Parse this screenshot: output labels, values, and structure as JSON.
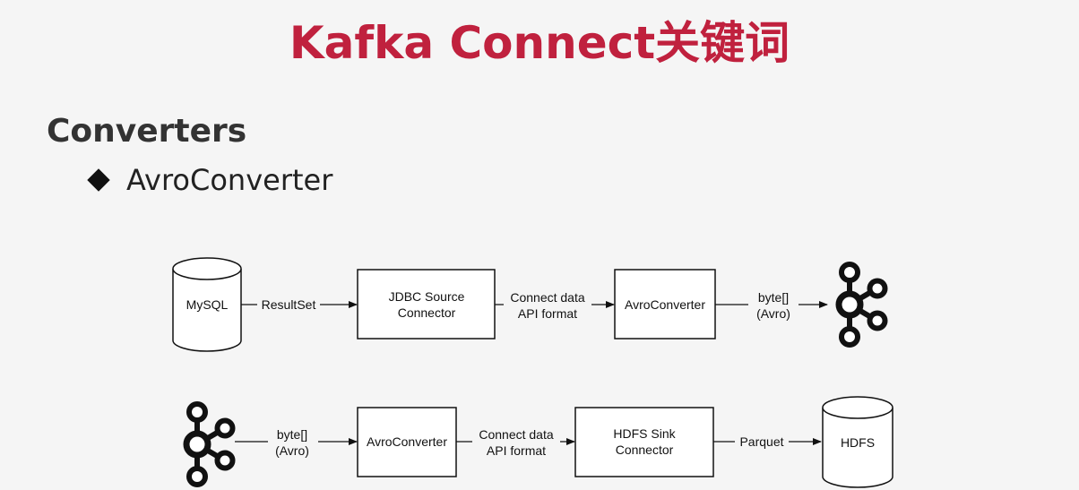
{
  "title": "Kafka Connect关键词",
  "section": "Converters",
  "bullet": "AvroConverter",
  "diagram": {
    "row1": {
      "db": "MySQL",
      "edge1": "ResultSet",
      "connector_line1": "JDBC Source",
      "connector_line2": "Connector",
      "edge2_line1": "Connect data",
      "edge2_line2": "API format",
      "converter": "AvroConverter",
      "edge3_line1": "byte[]",
      "edge3_line2": "(Avro)",
      "sink_icon": "kafka-logo-icon"
    },
    "row2": {
      "source_icon": "kafka-logo-icon",
      "edge1_line1": "byte[]",
      "edge1_line2": "(Avro)",
      "converter": "AvroConverter",
      "edge2_line1": "Connect data",
      "edge2_line2": "API format",
      "connector_line1": "HDFS Sink",
      "connector_line2": "Connector",
      "edge3": "Parquet",
      "db": "HDFS"
    }
  }
}
